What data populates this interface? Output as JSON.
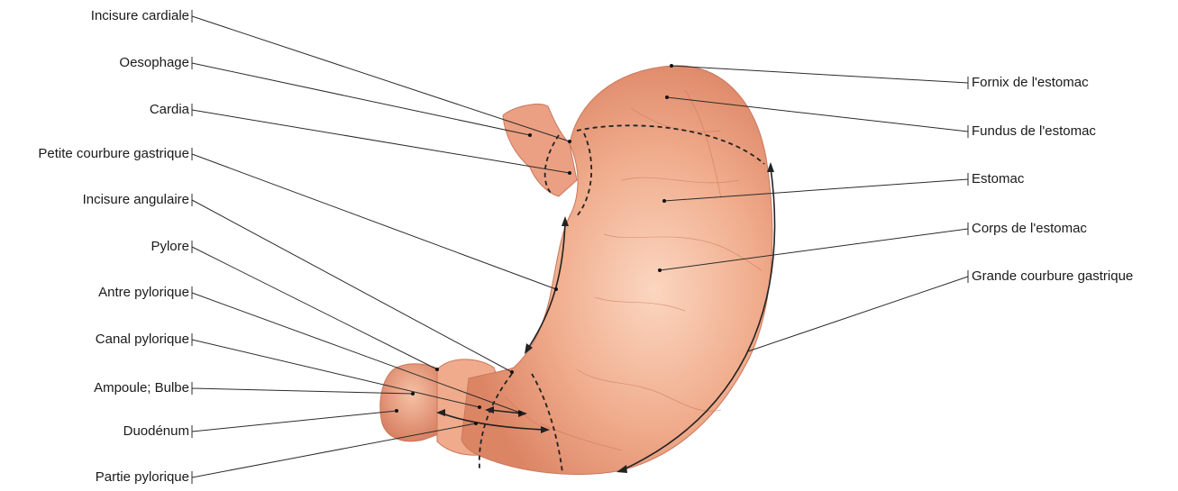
{
  "diagram": {
    "left_labels": [
      "Incisure cardiale",
      "Oesophage",
      "Cardia",
      "Petite courbure gastrique",
      "Incisure angulaire",
      "Pylore",
      "Antre pylorique",
      "Canal pylorique",
      "Ampoule; Bulbe",
      "Duodénum",
      "Partie pylorique"
    ],
    "right_labels": [
      "Fornix de l'estomac",
      "Fundus de l'estomac",
      "Estomac",
      "Corps de l'estomac",
      "Grande courbure gastrique"
    ]
  },
  "colors": {
    "organ_fill": "#e8997a",
    "organ_highlight": "#f6c7ad",
    "organ_edge": "#c9785c",
    "leader_line": "#2b2b2b"
  }
}
